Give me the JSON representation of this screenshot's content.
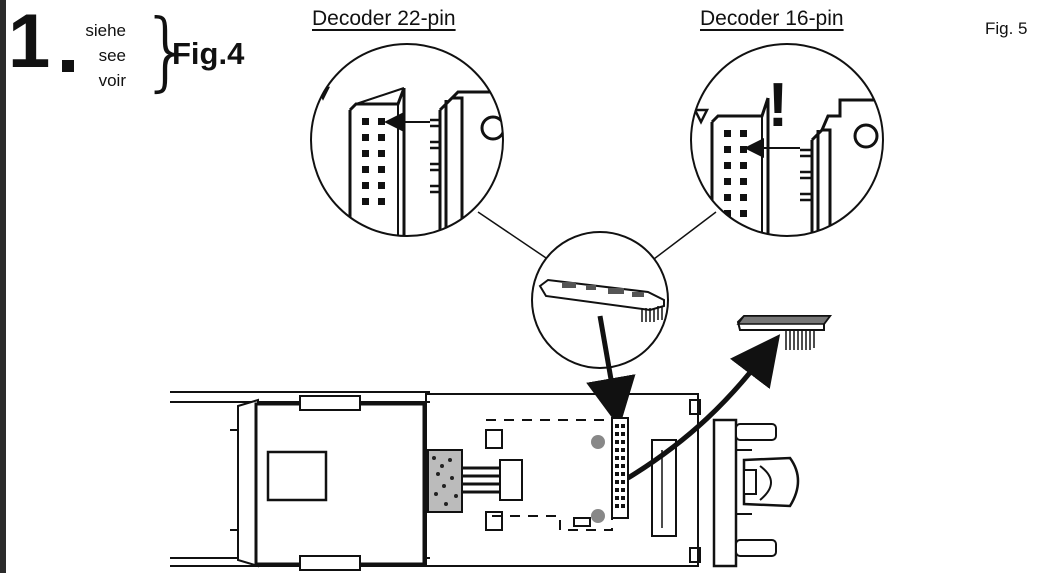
{
  "step": {
    "number": "1",
    "languages": [
      "siehe",
      "see",
      "voir"
    ],
    "figure_ref": "Fig.4"
  },
  "labels": {
    "decoder_22": "Decoder 22-pin",
    "decoder_16": "Decoder 16-pin",
    "warning": "!",
    "figure": "Fig. 5"
  }
}
